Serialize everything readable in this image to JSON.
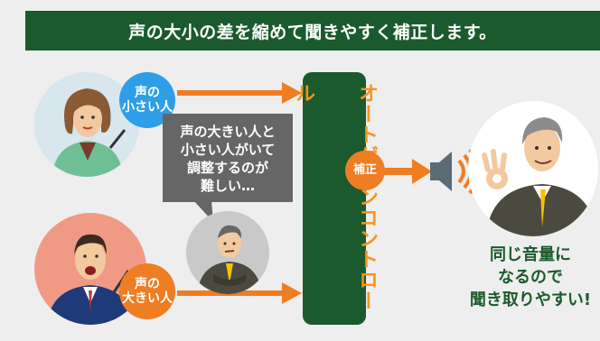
{
  "title": "声の大小の差を縮めて聞きやすく補正します。",
  "labels": {
    "small_voice_line1": "声の",
    "small_voice_line2": "小さい人",
    "big_voice_line1": "声の",
    "big_voice_line2": "大きい人",
    "bubble_line1": "声の大きい人と",
    "bubble_line2": "小さい人がいて",
    "bubble_line3": "調整するのが",
    "bubble_line4": "難しい…",
    "agc": "オートゲインコントロール",
    "correct": "補正",
    "result_line1": "同じ音量に",
    "result_line2": "なるので",
    "result_line3": "聞き取りやすい!"
  },
  "icons": [
    "woman-speaker-icon",
    "man-shouting-icon",
    "confused-man-icon",
    "speaker-icon",
    "sound-wave-icon",
    "ok-hand-man-icon",
    "arrow-icon"
  ],
  "colors": {
    "dark_green": "#1b5a2c",
    "orange": "#ef7d22",
    "blue": "#2f9ee8",
    "grey_bubble": "#666666"
  }
}
